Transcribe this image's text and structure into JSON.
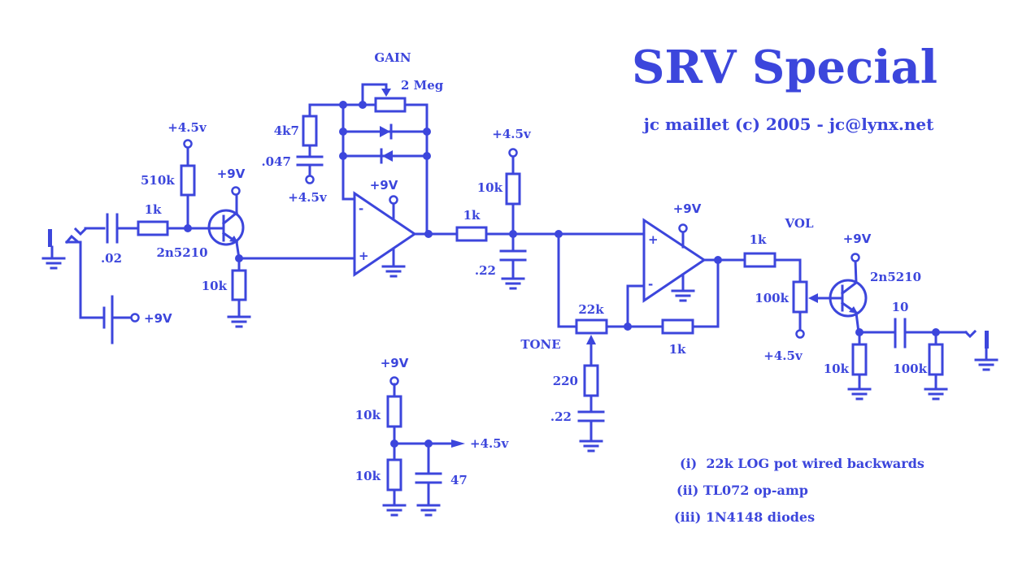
{
  "title": "SRV Special",
  "subtitle": "jc maillet (c) 2005 - jc@lynx.net",
  "color": "#3c46dc",
  "input_stage": {
    "input_cap": ".02",
    "input_res": "1k",
    "bias_res": "510k",
    "bias_supply": "+4.5v",
    "transistor": "2n5210",
    "collector_supply": "+9V",
    "emitter_res": "10k",
    "battery_supply": "+9V"
  },
  "gain_stage": {
    "label": "GAIN",
    "pot": "2 Meg",
    "res": "4k7",
    "cap": ".047",
    "cap_supply": "+4.5v",
    "opamp_supply": "+9V",
    "plus": "+",
    "minus": "-"
  },
  "filter_stage": {
    "res": "1k",
    "bias_res": "10k",
    "bias_supply": "+4.5v",
    "cap": ".22"
  },
  "tone_stage": {
    "label": "TONE",
    "pot": "22k",
    "res": "220",
    "cap": ".22",
    "feedback_res": "1k",
    "opamp_supply": "+9V",
    "plus": "+",
    "minus": "-"
  },
  "output_stage": {
    "label": "VOL",
    "series_res": "1k",
    "pot": "100k",
    "pot_supply": "+4.5v",
    "transistor": "2n5210",
    "collector_supply": "+9V",
    "emitter_res": "10k",
    "output_cap": "10",
    "pulldown_res": "100k"
  },
  "power_supply": {
    "supply": "+9V",
    "res_top": "10k",
    "res_bottom": "10k",
    "cap": "47",
    "output": "+4.5v"
  },
  "notes": [
    "(i)  22k LOG pot wired backwards",
    "(ii) TL072 op-amp",
    "(iii) 1N4148 diodes"
  ]
}
